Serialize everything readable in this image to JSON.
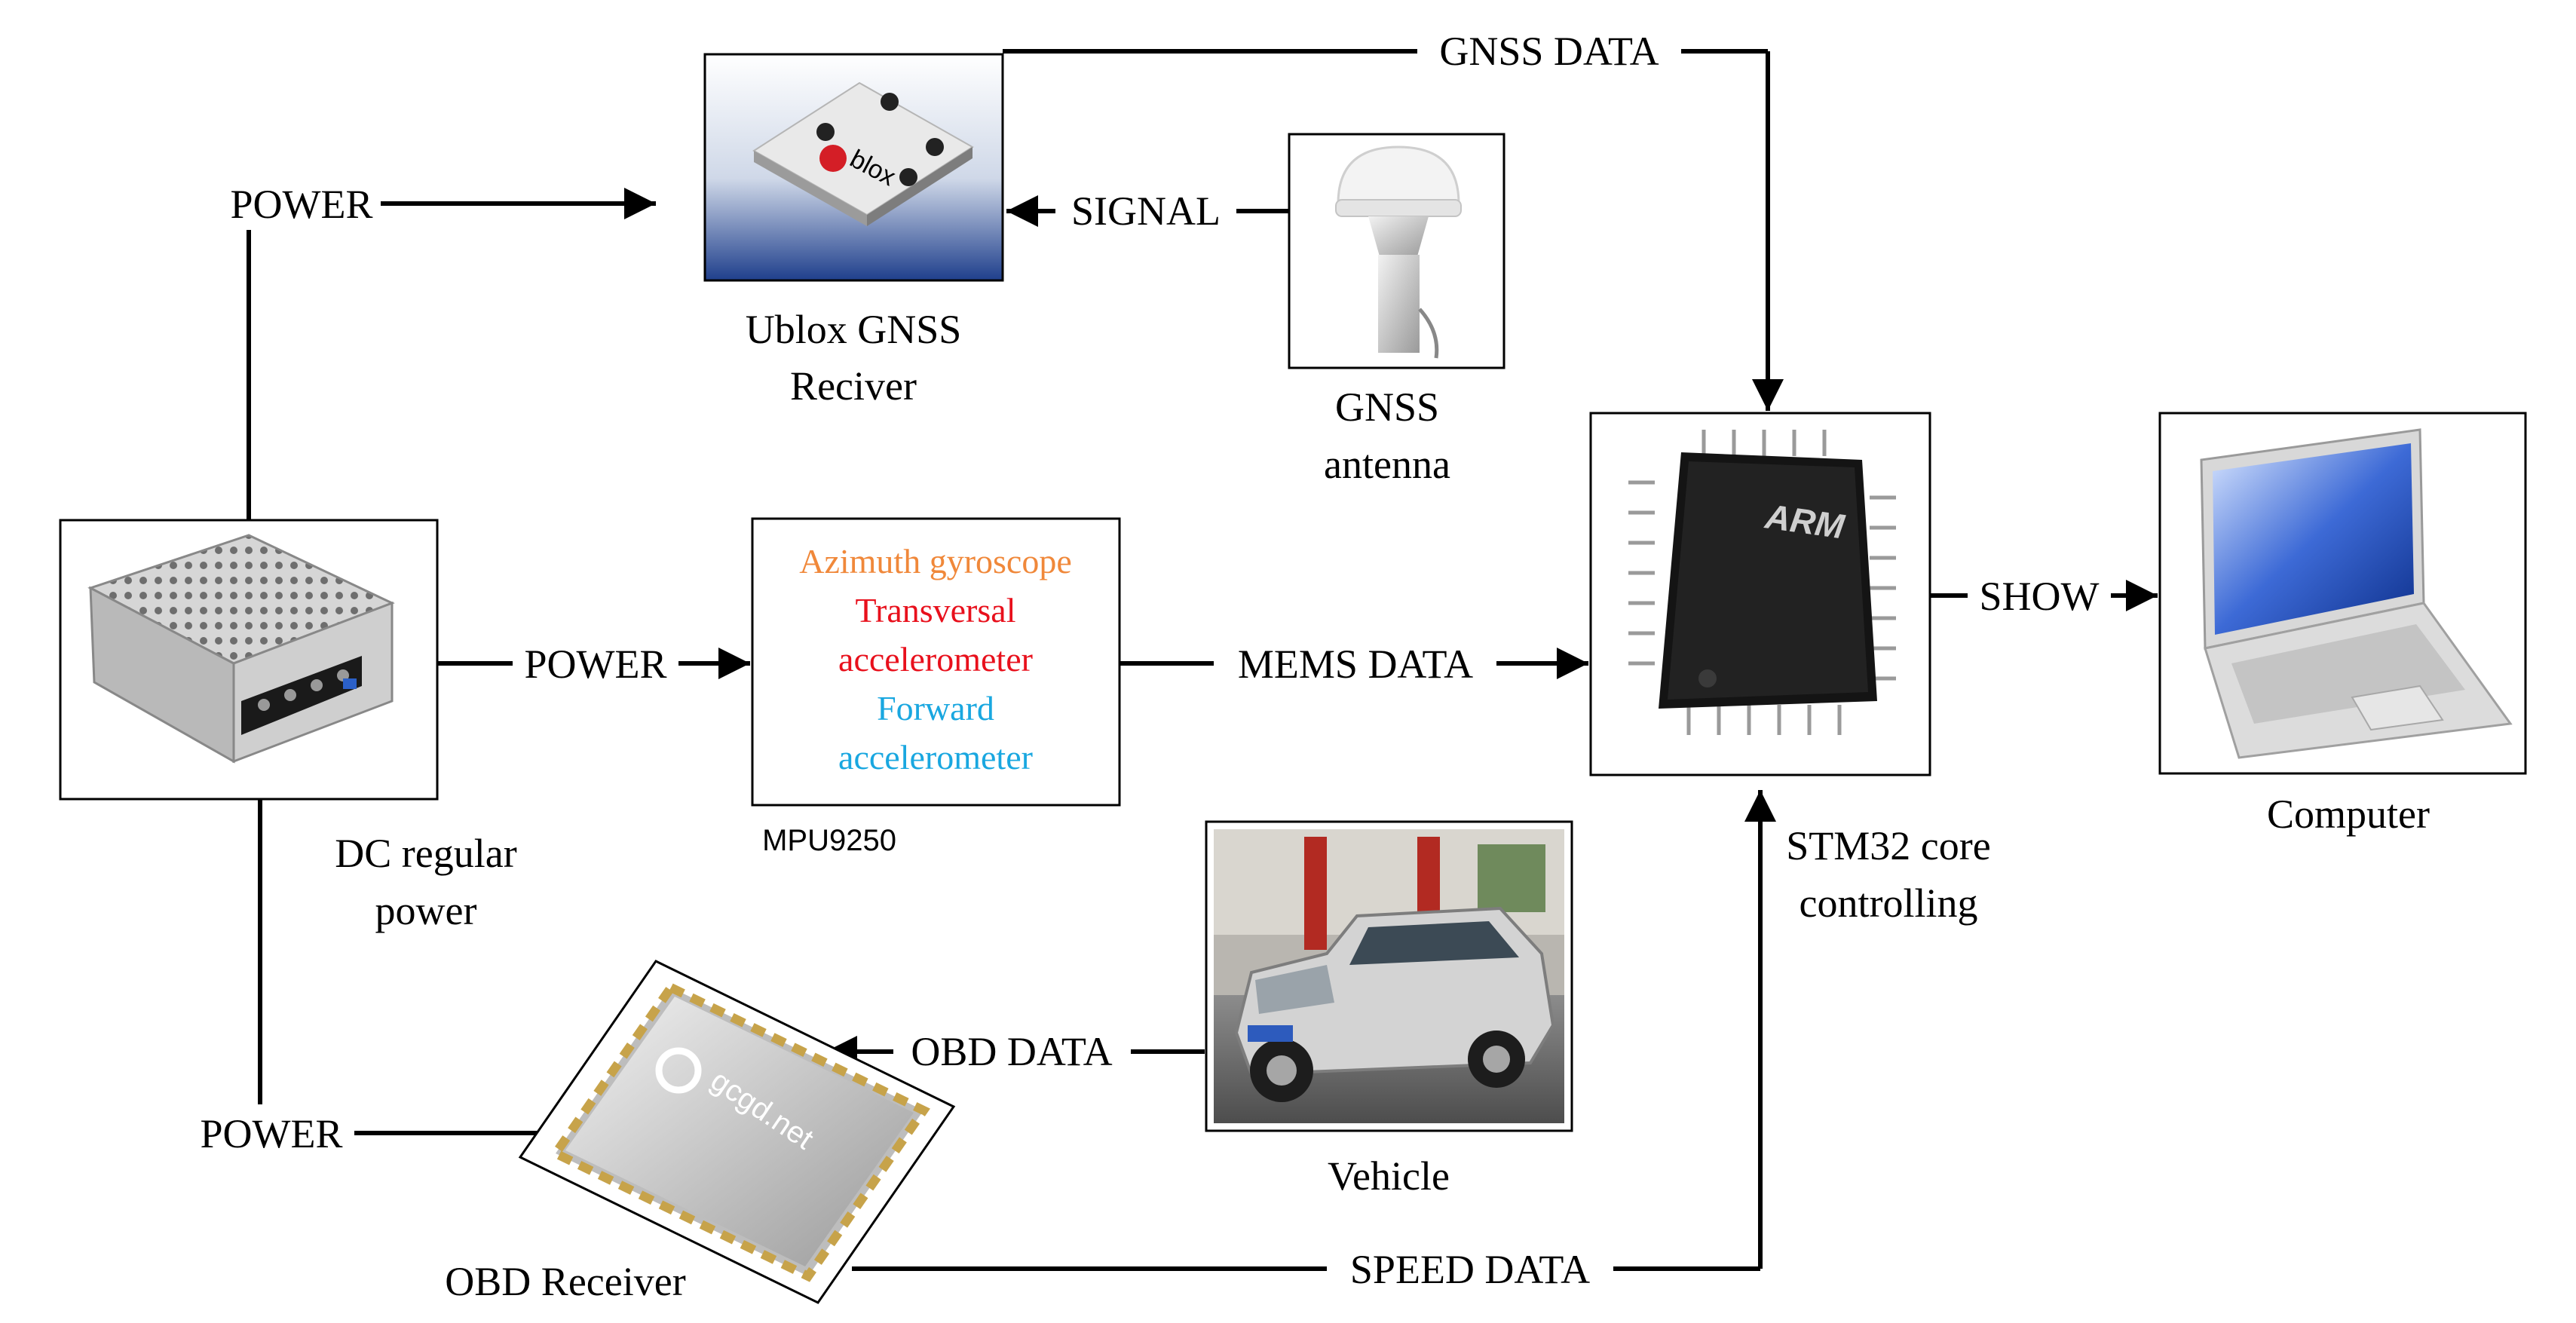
{
  "colors": {
    "line": "#000000",
    "gyro": "#f0883a",
    "transversal": "#e8101c",
    "forward": "#19a7e0"
  },
  "edges": {
    "gnss_data": "GNSS DATA",
    "power_top": "POWER",
    "signal": "SIGNAL",
    "power_mid": "POWER",
    "mems_data": "MEMS DATA",
    "show": "SHOW",
    "obd_data": "OBD DATA",
    "power_bottom": "POWER",
    "speed_data": "SPEED DATA"
  },
  "nodes": {
    "gnss_receiver": {
      "label_line1": "Ublox GNSS",
      "label_line2": "Reciver",
      "chip_text": "blox"
    },
    "gnss_antenna": {
      "label_line1": "GNSS",
      "label_line2": "antenna"
    },
    "stm32": {
      "label_line1": "STM32 core",
      "label_line2": "controlling",
      "chip_text": "ARM"
    },
    "computer": {
      "label": "Computer"
    },
    "dc_power": {
      "label_line1": "DC regular",
      "label_line2": "power"
    },
    "mpu9250": {
      "label": "MPU9250",
      "line1": "Azimuth gyroscope",
      "line2": "Transversal",
      "line3": "accelerometer",
      "line4": "Forward",
      "line5": "accelerometer"
    },
    "vehicle": {
      "label": "Vehicle"
    },
    "obd_receiver": {
      "label": "OBD Receiver",
      "chip_text": "gcgd.net"
    }
  }
}
